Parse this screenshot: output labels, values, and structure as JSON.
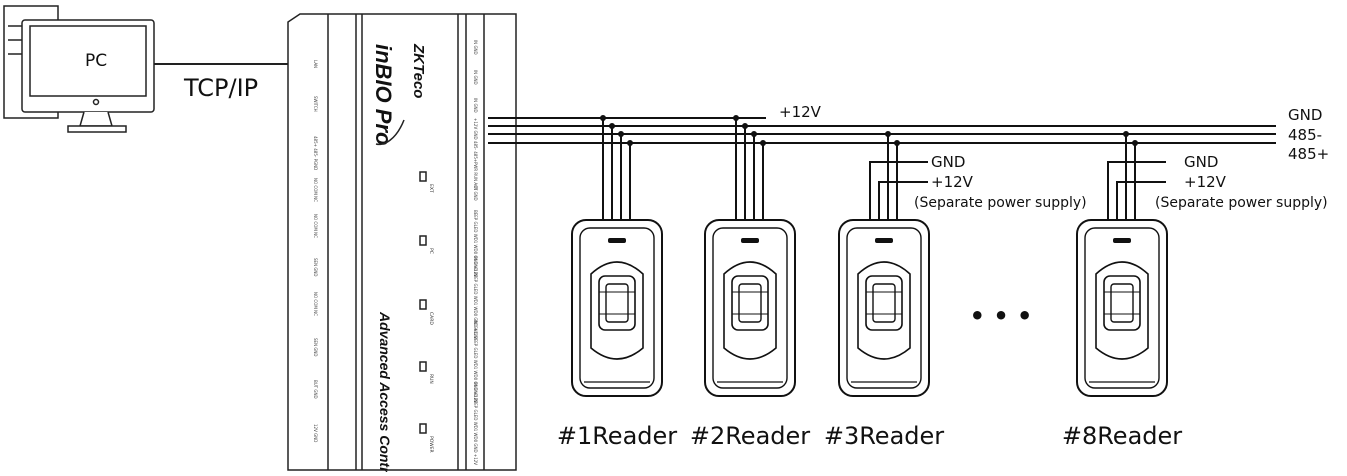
{
  "pc": {
    "label": "PC"
  },
  "connection": {
    "label": "TCP/IP"
  },
  "controller": {
    "brand": "ZKTeco",
    "product": "inBIO Pro",
    "subtitle": "Advanced Access Control",
    "ports_left": [
      "LAN",
      "SWITCH",
      "485+ 485- PGND",
      "NO COM NC",
      "SEN GND",
      "BUT GND",
      "12V GND"
    ],
    "ports_right": [
      "IN GND",
      "+12V GND 485- 485+",
      "PWR RUN ACT",
      "BEEP GLED WD1 WD0 GND +12V"
    ],
    "leds": [
      "EXT",
      "PC",
      "CARD",
      "RUN",
      "POWER"
    ]
  },
  "bus": {
    "v12_label": "+12V",
    "gnd_label": "GND",
    "r485m_label": "485-",
    "r485p_label": "485+"
  },
  "separate_power": {
    "gnd_label": "GND",
    "v12_label": "+12V",
    "note": "(Separate power supply)"
  },
  "readers": [
    {
      "label": "#1Reader"
    },
    {
      "label": "#2Reader"
    },
    {
      "label": "#3Reader"
    },
    {
      "label": "#8Reader"
    }
  ],
  "ellipsis": "• • •"
}
